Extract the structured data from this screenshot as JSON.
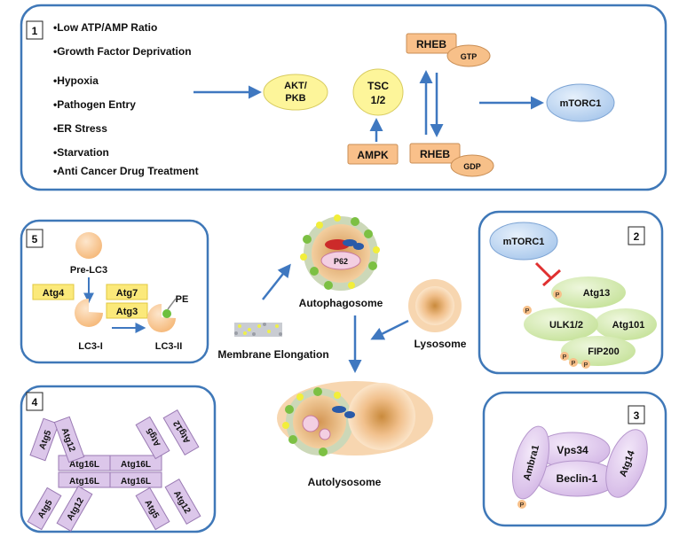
{
  "colors": {
    "panel_border": "#3f78b8",
    "arrow": "#3f78c0",
    "orange_box": "#f9c08a",
    "yellow_oval": "#fdf59a",
    "yellow_box": "#fbe97a",
    "mtor_blue": "#c4daf3",
    "green_oval": "#d7ecb2",
    "purple_box": "#dcc7ea",
    "peach": "#f7c089",
    "inhibit": "#e03030"
  },
  "panel1": {
    "number": "1",
    "stimuli": [
      "•Low ATP/AMP Ratio",
      "•Growth Factor Deprivation",
      "•Hypoxia",
      "•Pathogen Entry",
      "•ER Stress",
      "•Starvation",
      "•Anti Cancer Drug Treatment"
    ],
    "akt_line1": "AKT/",
    "akt_line2": "PKB",
    "tsc_line1": "TSC",
    "tsc_line2": "1/2",
    "ampk": "AMPK",
    "rheb_top": "RHEB",
    "gtp": "GTP",
    "rheb_bottom": "RHEB",
    "gdp": "GDP",
    "mtorc1": "mTORC1"
  },
  "panel2": {
    "number": "2",
    "mtorc1": "mTORC1",
    "atg13": "Atg13",
    "ulk": "ULK1/2",
    "atg101": "Atg101",
    "fip200": "FIP200",
    "phospho": "P"
  },
  "panel3": {
    "number": "3",
    "ambra1": "Ambra1",
    "vps34": "Vps34",
    "beclin1": "Beclin-1",
    "atg14": "Atg14",
    "phospho": "P"
  },
  "panel4": {
    "number": "4",
    "atg5": "Atg5",
    "atg12": "Atg12",
    "atg16l": "Atg16L"
  },
  "panel5": {
    "number": "5",
    "pre_lc3": "Pre-LC3",
    "atg4": "Atg4",
    "atg7": "Atg7",
    "atg3": "Atg3",
    "pe": "PE",
    "lc3_1": "LC3-I",
    "lc3_2": "LC3-II"
  },
  "center": {
    "membrane": "Membrane Elongation",
    "autophagosome": "Autophagosome",
    "p62": "P62",
    "lysosome": "Lysosome",
    "autolysosome": "Autolysosome"
  }
}
